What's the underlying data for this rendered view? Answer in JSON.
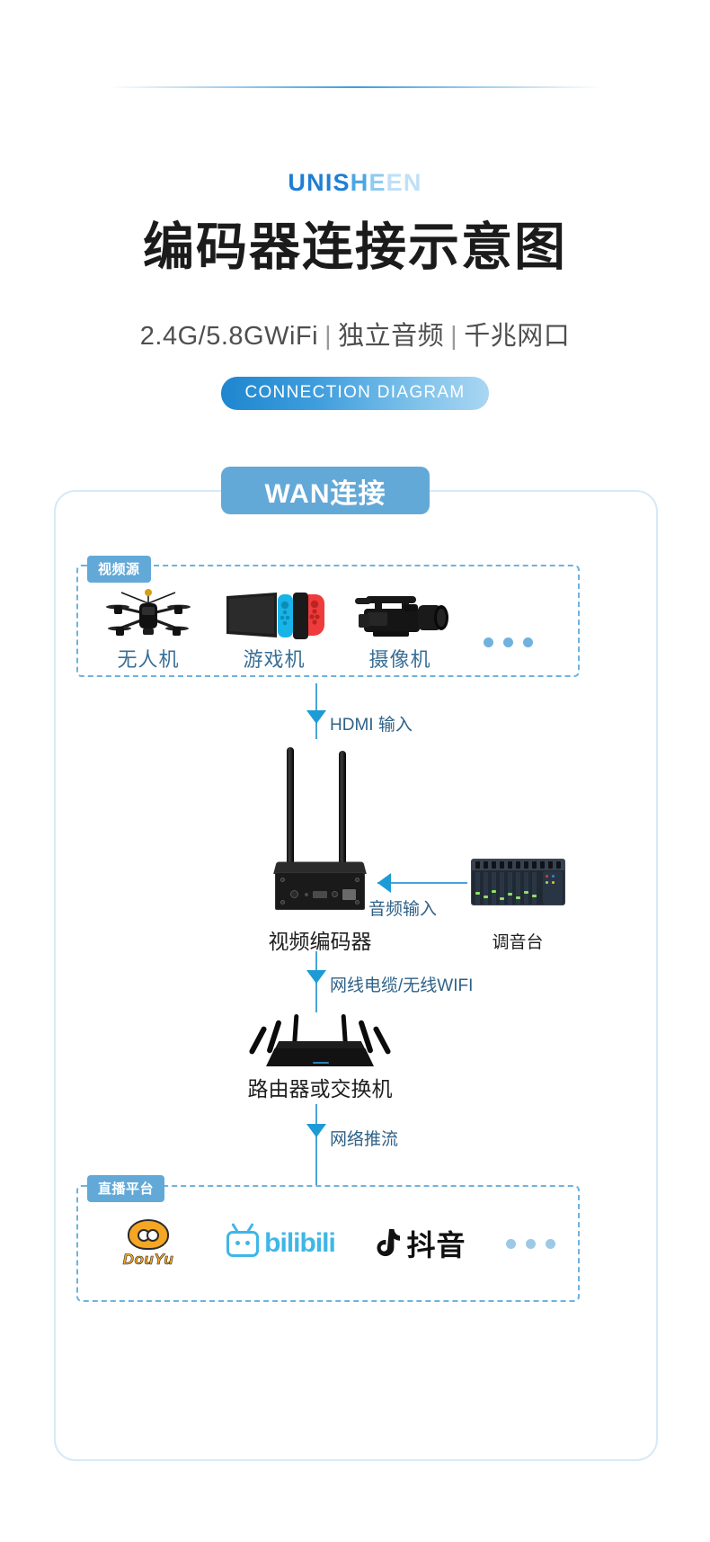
{
  "brand": {
    "part1": "UNIS",
    "part2": "H",
    "part3": "E",
    "part4": "EN",
    "full": "UNISHEEN"
  },
  "headline": "编码器连接示意图",
  "subtitle": {
    "item1": "2.4G/5.8GWiFi",
    "sep1": "|",
    "item2": "独立音频",
    "sep2": "|",
    "item3": "千兆网口"
  },
  "pill_label": "CONNECTION DIAGRAM",
  "wan_badge": "WAN连接",
  "video_source": {
    "badge": "视频源",
    "items": [
      {
        "label": "无人机",
        "icon": "drone-icon"
      },
      {
        "label": "游戏机",
        "icon": "game-console-icon"
      },
      {
        "label": "摄像机",
        "icon": "camcorder-icon"
      }
    ],
    "more": "•••"
  },
  "connections": {
    "hdmi": "HDMI 输入",
    "audio": "音频输入",
    "network_cable": "网线电缆/无线WIFI",
    "push_stream": "网络推流"
  },
  "devices": {
    "encoder": "视频编码器",
    "mixer": "调音台",
    "router": "路由器或交换机"
  },
  "live_platform": {
    "badge": "直播平台",
    "items": [
      {
        "label": "DouYu",
        "icon": "douyu-logo"
      },
      {
        "label": "bilibili",
        "icon": "bilibili-logo"
      },
      {
        "label": "抖音",
        "icon": "douyin-logo"
      }
    ],
    "more": "•••"
  },
  "colors": {
    "brand_blue": "#1e7fd4",
    "accent_blue": "#63a9d8",
    "line_blue": "#4aa3d8",
    "arrow_blue": "#1d9bd7",
    "label_blue": "#3a6f96",
    "frame_border": "#d7e9f6",
    "dash_border": "#6fb2dd",
    "douyu_orange": "#f5a623",
    "bilibili_blue": "#3fb6e8",
    "douyin_black": "#111111"
  }
}
